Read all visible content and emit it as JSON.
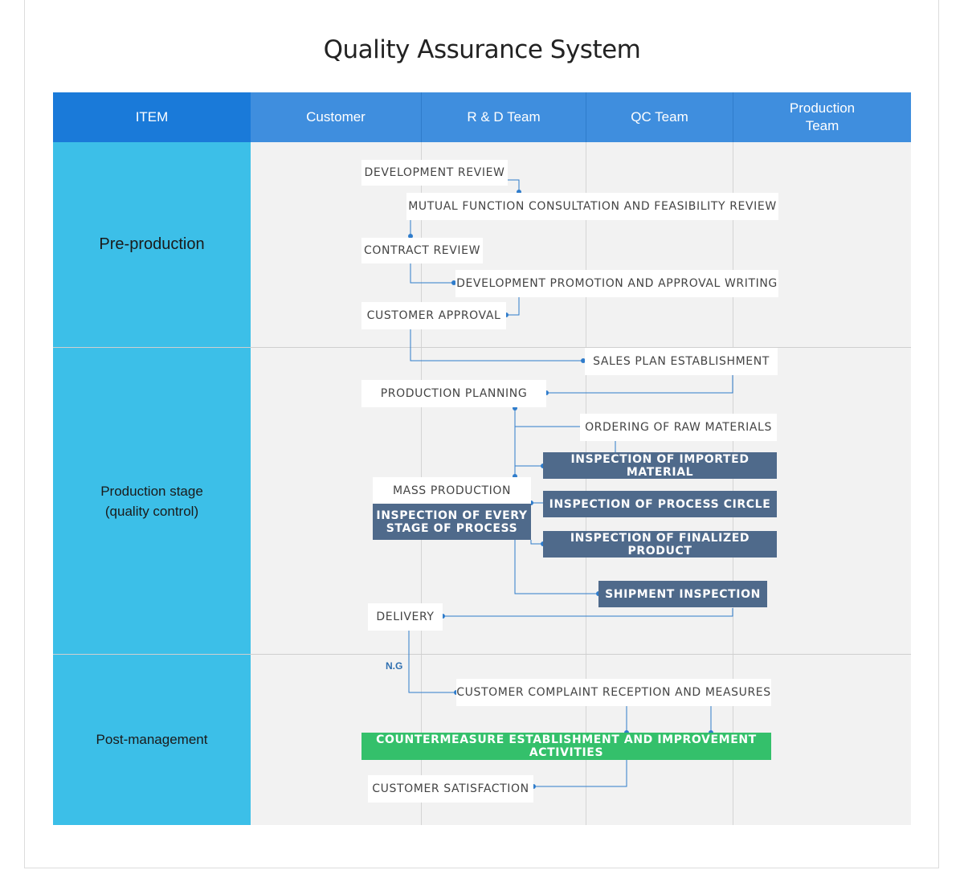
{
  "title": "Quality Assurance System",
  "header": {
    "item": "ITEM",
    "customer": "Customer",
    "rd": "R & D Team",
    "qc": "QC Team",
    "production": "Production Team"
  },
  "stages": {
    "pre": "Pre-production",
    "production_line1": "Production stage",
    "production_line2": "(quality control)",
    "post": "Post-management"
  },
  "steps": {
    "development_review": "DEVELOPMENT REVIEW",
    "mutual": "MUTUAL FUNCTION CONSULTATION AND FEASIBILITY REVIEW",
    "contract_review": "CONTRACT REVIEW",
    "dev_promotion": "DEVELOPMENT PROMOTION AND APPROVAL WRITING",
    "customer_approval": "CUSTOMER APPROVAL",
    "sales_plan": "SALES PLAN ESTABLISHMENT",
    "production_planning": "PRODUCTION PLANNING",
    "ordering": "ORDERING OF RAW MATERIALS",
    "insp_imported": "INSPECTION OF IMPORTED MATERIAL",
    "mass_production": "MASS PRODUCTION",
    "insp_every_line1": "INSPECTION OF EVERY",
    "insp_every_line2": "STAGE OF PROCESS",
    "insp_circle": "INSPECTION OF PROCESS CIRCLE",
    "insp_finalized": "INSPECTION OF FINALIZED PRODUCT",
    "shipment": "SHIPMENT INSPECTION",
    "delivery": "DELIVERY",
    "complaint": "CUSTOMER COMPLAINT RECEPTION AND MEASURES",
    "countermeasure": "COUNTERMEASURE ESTABLISHMENT AND IMPROVEMENT ACTIVITIES",
    "satisfaction": "CUSTOMER SATISFACTION"
  },
  "ng_label": "N.G",
  "colors": {
    "header_item": "#1a7ad9",
    "header_col": "#3f8ede",
    "item_column": "#3cbfe8",
    "content_bg": "#f2f2f2",
    "dark_box": "#4f6a8b",
    "green_box": "#34c06b",
    "connector": "#2f7ccb"
  }
}
